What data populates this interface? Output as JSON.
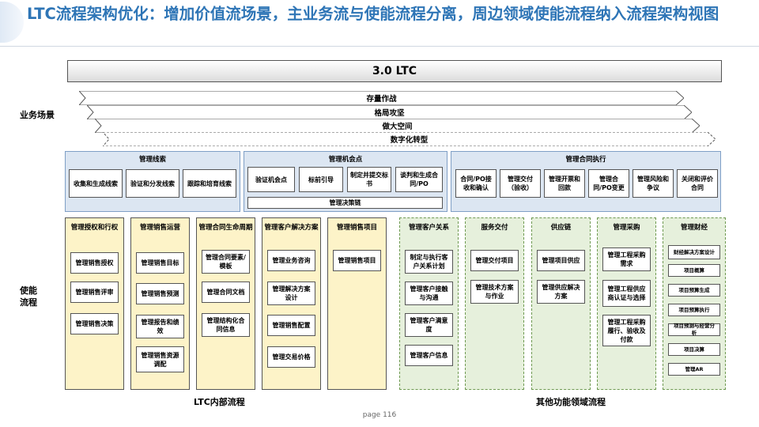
{
  "title": "LTC流程架构优化：增加价值流场景，主业务流与使能流程分离，周边领域使能流程纳入流程架构视图",
  "ltc_label": "3.0 LTC",
  "side_labels": {
    "business": "业务场景",
    "enabling": "使能流程"
  },
  "scenarios": [
    "存量作战",
    "格局攻坚",
    "做大空间",
    "数字化转型"
  ],
  "groups": [
    {
      "title": "管理线索",
      "items": [
        "收集和生成线索",
        "验证和分发线索",
        "跟踪和培育线索"
      ]
    },
    {
      "title": "管理机会点",
      "items": [
        "验证机会点",
        "标前引导",
        "制定并提交标书",
        "谈判和生成合同/PO"
      ],
      "sub": "管理决策链"
    },
    {
      "title": "管理合同执行",
      "items": [
        "合同/PO接收和确认",
        "管理交付（验收）",
        "管理开票和回款",
        "管理合同/PO变更",
        "管理风险和争议",
        "关闭和评价合同"
      ]
    }
  ],
  "internal_columns": [
    {
      "title": "管理授权和行权",
      "items": [
        "管理销售授权",
        "管理销售评审",
        "管理销售决策"
      ]
    },
    {
      "title": "管理销售运营",
      "items": [
        "管理销售目标",
        "管理销售预测",
        "管理报告和绩效",
        "管理销售资源调配"
      ]
    },
    {
      "title": "管理合同生命周期",
      "items": [
        "管理合同要素/模板",
        "管理合同文档",
        "管理结构化合同信息"
      ]
    },
    {
      "title": "管理客户解决方案",
      "items": [
        "管理业务咨询",
        "管理解决方案设计",
        "管理销售配置",
        "管理交易价格"
      ]
    },
    {
      "title": "管理销售项目",
      "items": [
        "管理销售项目"
      ]
    }
  ],
  "other_columns": [
    {
      "title": "管理客户关系",
      "items": [
        "制定与执行客户关系计划",
        "管理客户接触与沟通",
        "管理客户满意度",
        "管理客户信息"
      ]
    },
    {
      "title": "服务交付",
      "items": [
        "管理交付项目",
        "管理技术方案与作业"
      ]
    },
    {
      "title": "供应链",
      "items": [
        "管理项目供应",
        "管理供应解决方案"
      ]
    },
    {
      "title": "管理采购",
      "items": [
        "管理工程采购需求",
        "管理工程供应商认证与选择",
        "管理工程采购履行、验收及付款"
      ]
    },
    {
      "title": "管理财经",
      "items": [
        "财经解决方案设计",
        "项目概算",
        "项目预算生成",
        "项目预算执行",
        "项目预测与经营分析",
        "项目决算",
        "管理AR"
      ]
    }
  ],
  "bottom_labels": {
    "internal": "LTC内部流程",
    "other": "其他功能领域流程"
  },
  "page_label": "page 116"
}
